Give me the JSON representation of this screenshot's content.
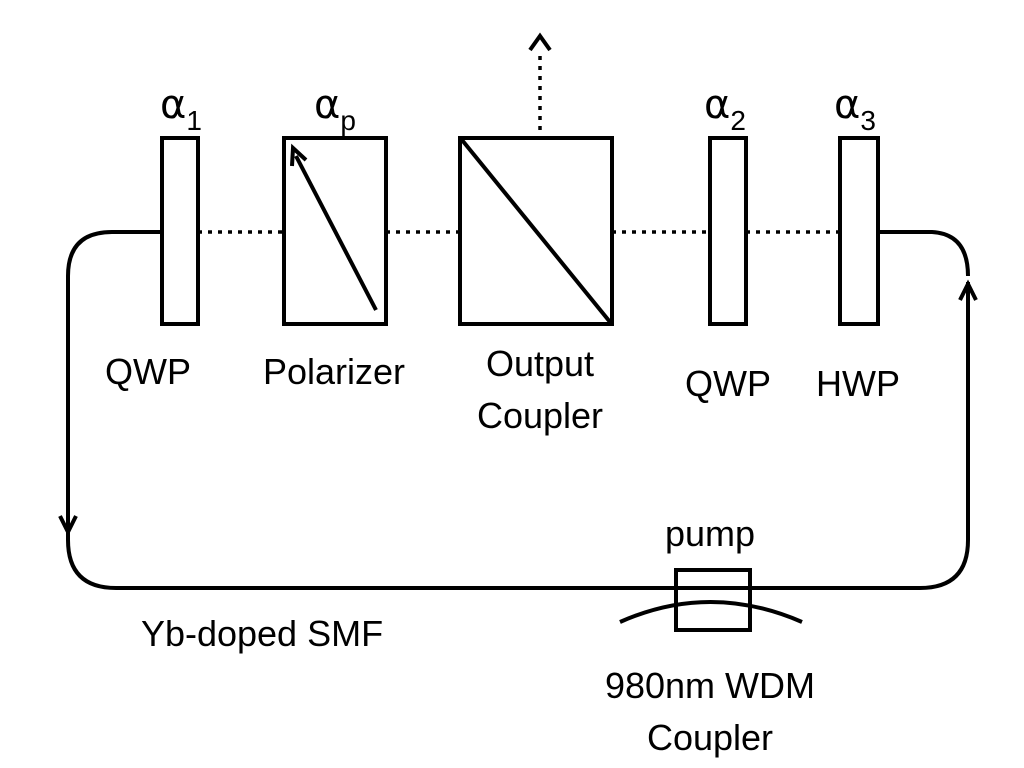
{
  "components": {
    "qwp1": {
      "label": "QWP",
      "angle_symbol": "α",
      "angle_subscript": "1"
    },
    "polarizer": {
      "label": "Polarizer",
      "angle_symbol": "α",
      "angle_subscript": "p"
    },
    "output_coupler": {
      "label_line1": "Output",
      "label_line2": "Coupler"
    },
    "qwp2": {
      "label": "QWP",
      "angle_symbol": "α",
      "angle_subscript": "2"
    },
    "hwp": {
      "label": "HWP",
      "angle_symbol": "α",
      "angle_subscript": "3"
    }
  },
  "fiber": {
    "label": "Yb-doped SMF"
  },
  "wdm": {
    "pump_label": "pump",
    "label_line1": "980nm WDM",
    "label_line2": "Coupler"
  }
}
